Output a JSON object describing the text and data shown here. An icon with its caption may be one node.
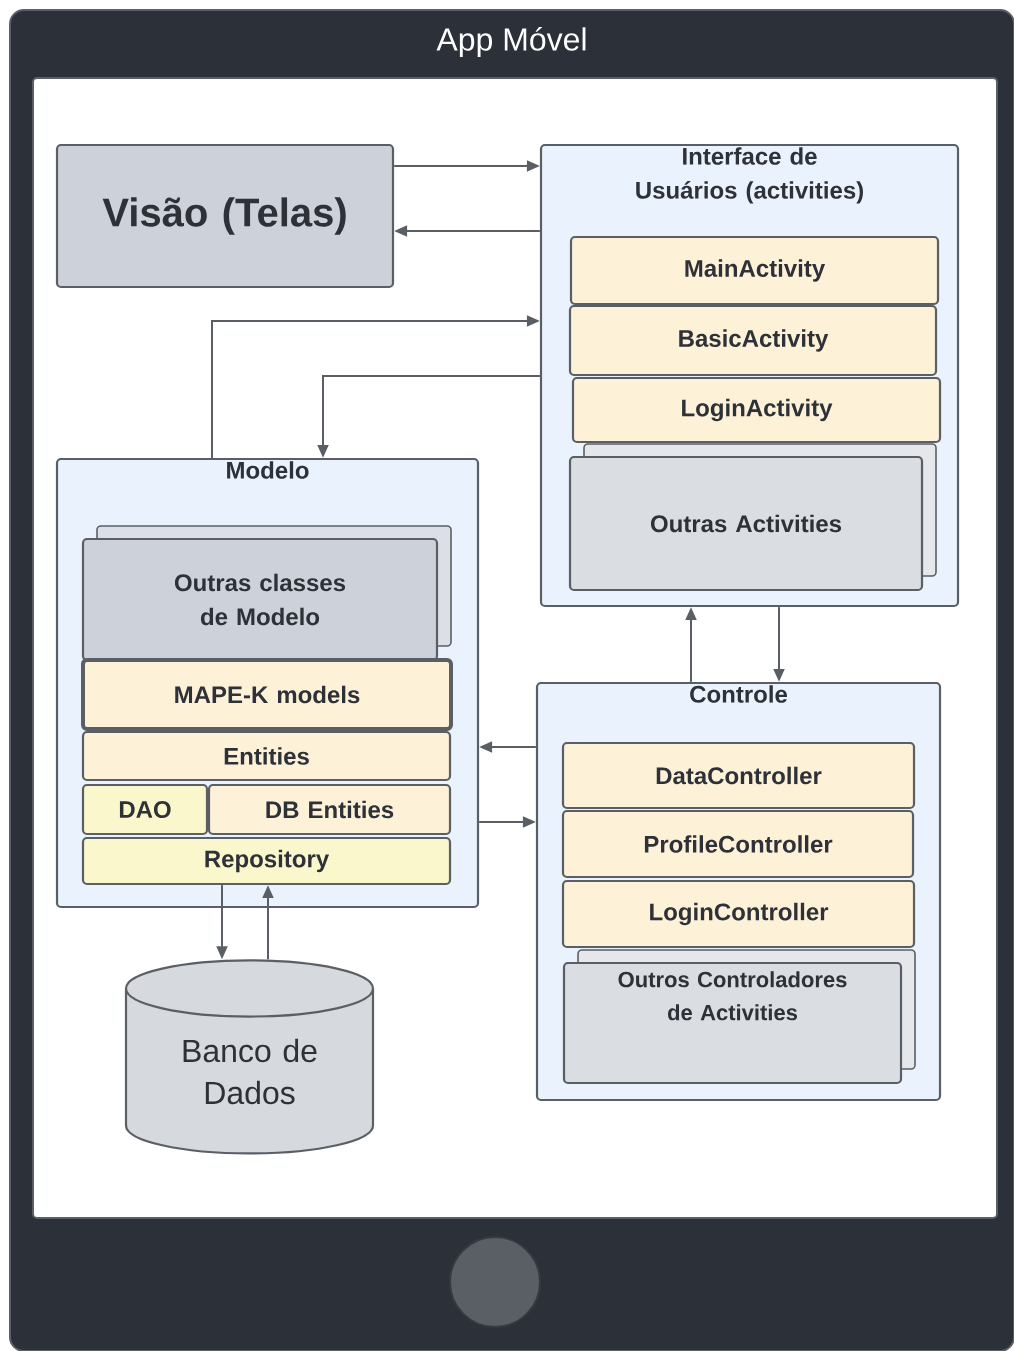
{
  "diagram": {
    "nodes": [
      {
        "text": [
          "App Móvel"
        ]
      },
      {
        "text": [
          "Visão (Telas)"
        ],
        "in": 0
      },
      {
        "text": [
          "Interface de Usuários (activities)"
        ],
        "in": 0
      },
      {
        "text": [
          "MainActivity"
        ],
        "in": 2
      },
      {
        "text": [
          "BasicActivity"
        ],
        "in": 2
      },
      {
        "text": [
          "LoginActivity"
        ],
        "in": 2
      },
      {
        "text": [
          "Outras Activities"
        ],
        "in": 2
      },
      {
        "text": [
          "Modelo"
        ],
        "in": 0
      },
      {
        "text": [
          "Outras classes de Modelo"
        ],
        "in": 7
      },
      {
        "text": [
          "MAPE-K models"
        ],
        "in": 7
      },
      {
        "text": [
          "Entities"
        ],
        "in": 7
      },
      {
        "text": [
          "DAO"
        ],
        "in": 7
      },
      {
        "text": [
          "DB Entities"
        ],
        "in": 7
      },
      {
        "text": [
          "Repository"
        ],
        "in": 7
      },
      {
        "text": [
          "Controle"
        ],
        "in": 0
      },
      {
        "text": [
          "DataController"
        ],
        "in": 14
      },
      {
        "text": [
          "ProfileController"
        ],
        "in": 14
      },
      {
        "text": [
          "LoginController"
        ],
        "in": 14
      },
      {
        "text": [
          "Outros Controladores de Activities"
        ],
        "in": 14
      },
      {
        "text": [
          "Banco de Dados"
        ],
        "in": 0
      }
    ],
    "edges": [
      {
        "from": 1,
        "to": 2,
        "arrow": "to"
      },
      {
        "from": 2,
        "to": 1,
        "arrow": "to"
      },
      {
        "from": 7,
        "to": 2,
        "arrow": "to"
      },
      {
        "from": 2,
        "to": 7,
        "arrow": "to"
      },
      {
        "from": 14,
        "to": 2,
        "arrow": "to"
      },
      {
        "from": 2,
        "to": 14,
        "arrow": "to"
      },
      {
        "from": 14,
        "to": 7,
        "arrow": "to"
      },
      {
        "from": 7,
        "to": 14,
        "arrow": "to"
      },
      {
        "from": 13,
        "to": 19,
        "arrow": "to"
      },
      {
        "from": 19,
        "to": 13,
        "arrow": "to"
      }
    ]
  }
}
